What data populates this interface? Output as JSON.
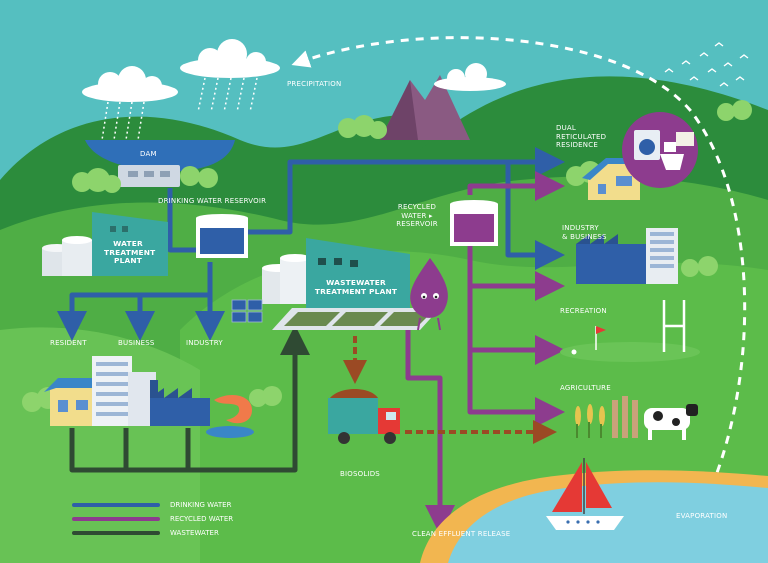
{
  "labels": {
    "precipitation": "PRECIPITATION",
    "dam": "DAM",
    "drinking_water_reservoir": "DRINKING WATER RESERVOIR",
    "water_treatment_plant": [
      "WATER",
      "TREATMENT",
      "PLANT"
    ],
    "wastewater_treatment_plant": [
      "WASTEWATER",
      "TREATMENT PLANT"
    ],
    "recycled_water_reservoir": [
      "RECYCLED",
      "WATER ▸",
      "RESERVOIR"
    ],
    "dual_reticulated_residence": [
      "DUAL",
      "RETICULATED",
      "RESIDENCE"
    ],
    "industry_business": [
      "INDUSTRY",
      "& BUSINESS"
    ],
    "recreation": "RECREATION",
    "agriculture": "AGRICULTURE",
    "resident": "RESIDENT",
    "business": "BUSINESS",
    "industry": "INDUSTRY",
    "biosolids": "BIOSOLIDS",
    "clean_effluent_release": "CLEAN EFFLUENT RELEASE",
    "evaporation": "EVAPORATION"
  },
  "legend": [
    {
      "label": "DRINKING WATER",
      "color": "#2f5fa8"
    },
    {
      "label": "RECYCLED WATER",
      "color": "#8d3c8e"
    },
    {
      "label": "WASTEWATER",
      "color": "#2f4a33"
    }
  ],
  "colors": {
    "sky": "#55bfc0",
    "hill_dark": "#2c8c3c",
    "hill_light": "#4fae45",
    "drinking_water": "#2f5fa8",
    "recycled_water": "#8d3c8e",
    "wastewater": "#2f4a33",
    "biosolids_flow": "#9b4a24",
    "sea": "#7fcfe0",
    "sand": "#f2b650"
  },
  "icons": [
    "cloud-icon",
    "moon-icon",
    "bird-icon",
    "mountain-icon",
    "house-icon",
    "factory-icon",
    "truck-icon",
    "boat-icon",
    "cow-icon",
    "shrimp-icon",
    "solar-panel-icon",
    "water-drop-mascot-icon",
    "washing-machine-icon",
    "toilet-icon",
    "goalpost-icon",
    "golf-flag-icon"
  ]
}
